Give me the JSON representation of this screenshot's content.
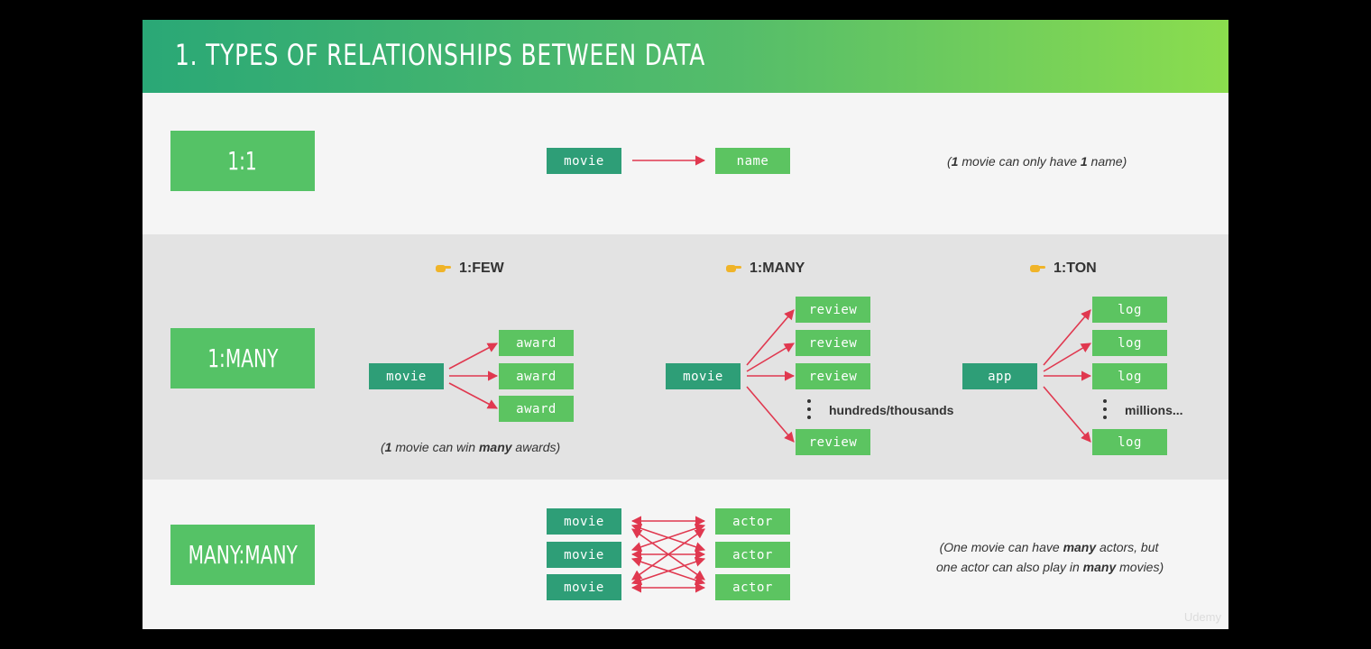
{
  "header": {
    "title": "1. TYPES OF RELATIONSHIPS BETWEEN DATA"
  },
  "colors": {
    "header_start": "#2aa876",
    "header_end": "#8bdd4e",
    "box_dark": "#2e9e77",
    "box_light": "#5cc461",
    "arrow": "#e0384f"
  },
  "one_to_one": {
    "label": "1:1",
    "from": "movie",
    "to": "name",
    "note": {
      "open": "(",
      "n1": "1",
      "mid": " movie can only have ",
      "n2": "1",
      "end": " name)"
    }
  },
  "one_to_many": {
    "label": "1:MANY",
    "few": {
      "heading": "1:FEW",
      "parent": "movie",
      "children": [
        "award",
        "award",
        "award"
      ],
      "note": {
        "open": "(",
        "n1": "1",
        "mid": " movie can win ",
        "bold": "many",
        "end": " awards)"
      }
    },
    "many": {
      "heading": "1:MANY",
      "parent": "movie",
      "children": [
        "review",
        "review",
        "review",
        "review"
      ],
      "ellipsis_label": "hundreds/thousands"
    },
    "ton": {
      "heading": "1:TON",
      "parent": "app",
      "children": [
        "log",
        "log",
        "log",
        "log"
      ],
      "ellipsis_label": "millions..."
    }
  },
  "many_to_many": {
    "label": "MANY:MANY",
    "left": [
      "movie",
      "movie",
      "movie"
    ],
    "right": [
      "actor",
      "actor",
      "actor"
    ],
    "note": {
      "l1_a": "(One movie can have ",
      "l1_b": "many",
      "l1_c": " actors, but",
      "l2_a": "one actor can also play in ",
      "l2_b": "many",
      "l2_c": " movies)"
    }
  },
  "watermark": "Udemy"
}
